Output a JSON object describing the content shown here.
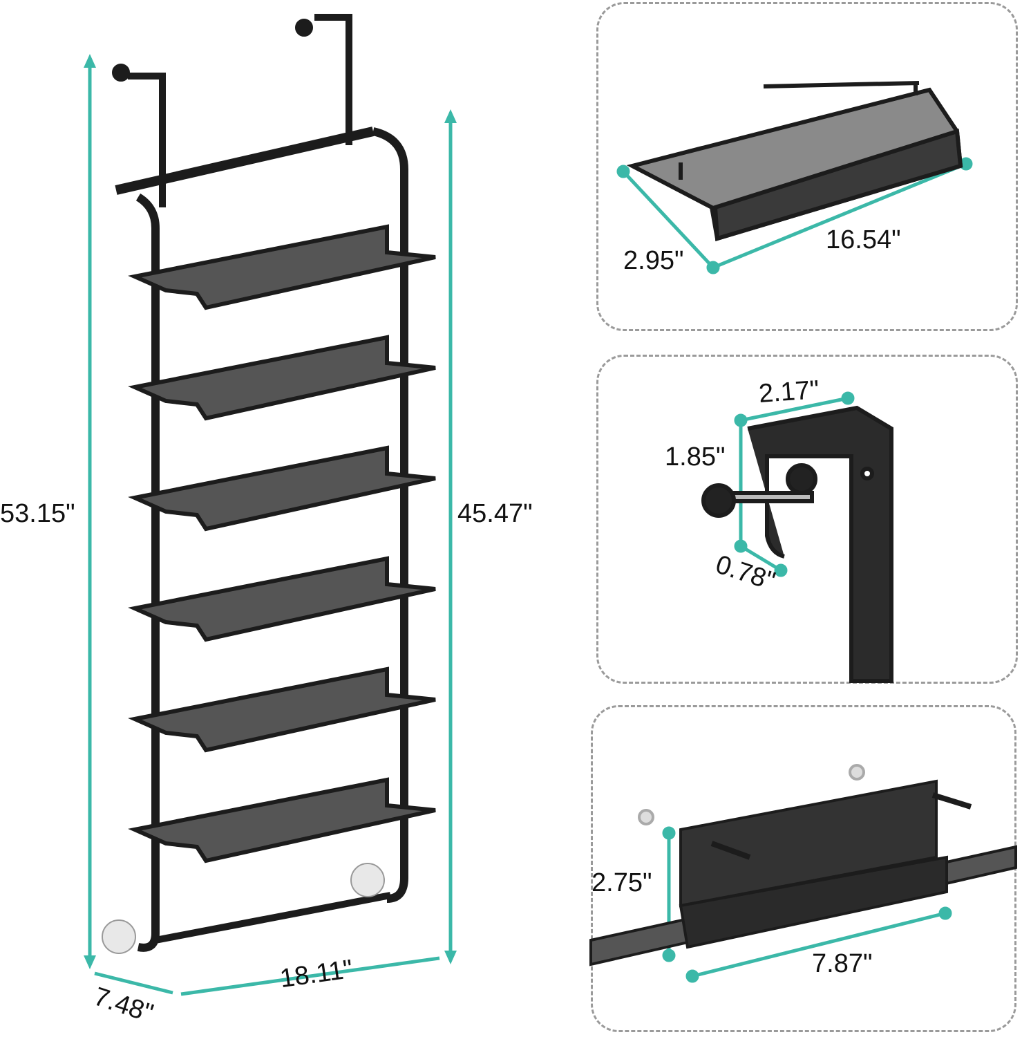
{
  "colors": {
    "dimension_line": "#3bb8a8",
    "product": "#1c1c1c",
    "panel_border": "#9a9a9a"
  },
  "main_rack": {
    "total_height": "53.15\"",
    "frame_height": "45.47\"",
    "width": "18.11\"",
    "depth": "7.48\"",
    "shelf_count": 6
  },
  "panels": [
    {
      "name": "shelf-basket",
      "length": "16.54\"",
      "depth": "2.95\""
    },
    {
      "name": "door-hook",
      "width": "2.17\"",
      "height": "1.85\"",
      "depth": "0.78\""
    },
    {
      "name": "wall-bracket",
      "width": "7.87\"",
      "height": "2.75\""
    }
  ]
}
